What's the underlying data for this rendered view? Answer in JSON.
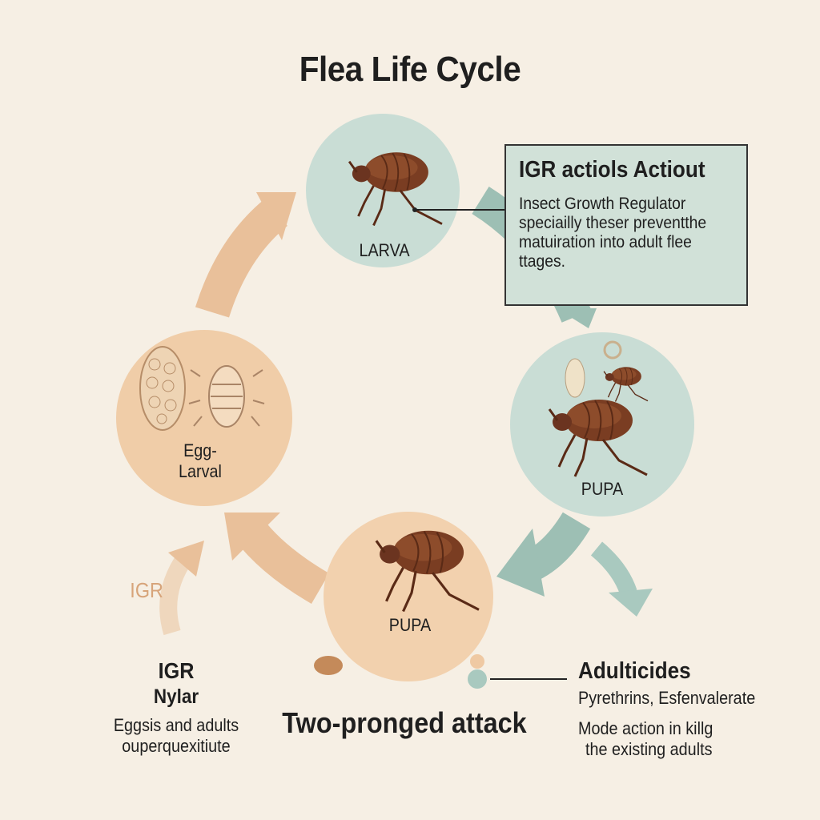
{
  "title": "Flea Life Cycle",
  "stages": {
    "larva": "LARVA",
    "egg_larval": [
      "Egg-",
      "Larval"
    ],
    "pupa_right": "PUPA",
    "pupa_bottom": "PUPA"
  },
  "callout": {
    "heading": "IGR actiols Actiout",
    "lines": [
      "Insect Growth Regulator",
      "speciailly theser preventthe",
      "matuiration into adult flee",
      "ttages."
    ]
  },
  "igr_arrow_label": "IGR",
  "igr_block": {
    "title": "IGR",
    "subtitle": "Nylar",
    "lines": [
      "Eggsis and adults",
      "ouperquexitiute"
    ]
  },
  "center_caption": "Two-pronged attack",
  "adulticides": {
    "title": "Adulticides",
    "subtitle": "Pyrethrins, Esfenvalerate",
    "lines": [
      "Mode action in killg",
      "the existing adults"
    ]
  },
  "colors": {
    "background": "#f6efe4",
    "teal": "#c9ddd5",
    "peach": "#f0cda8",
    "arrow_peach": "#e9c09a",
    "arrow_teal": "#9dbfb4",
    "flea": "#6b3420"
  }
}
